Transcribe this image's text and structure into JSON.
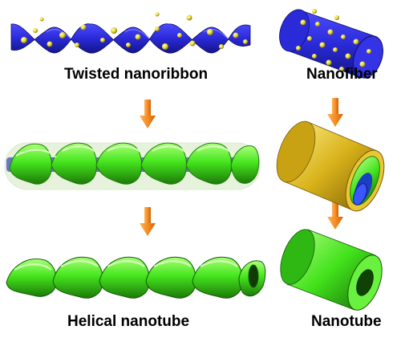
{
  "labels": {
    "twisted_nanoribbon": "Twisted nanoribbon",
    "nanofiber": "Nanofiber",
    "helical_nanotube": "Helical nanotube",
    "nanotube": "Nanotube"
  },
  "colors": {
    "ribbon_blue": "#2a2ad8",
    "particle_yellow": "#e8dc3a",
    "green": "#3ee61e",
    "gold": "#d8b21a",
    "arrow_orange": "#f5891e",
    "background": "#ffffff"
  }
}
